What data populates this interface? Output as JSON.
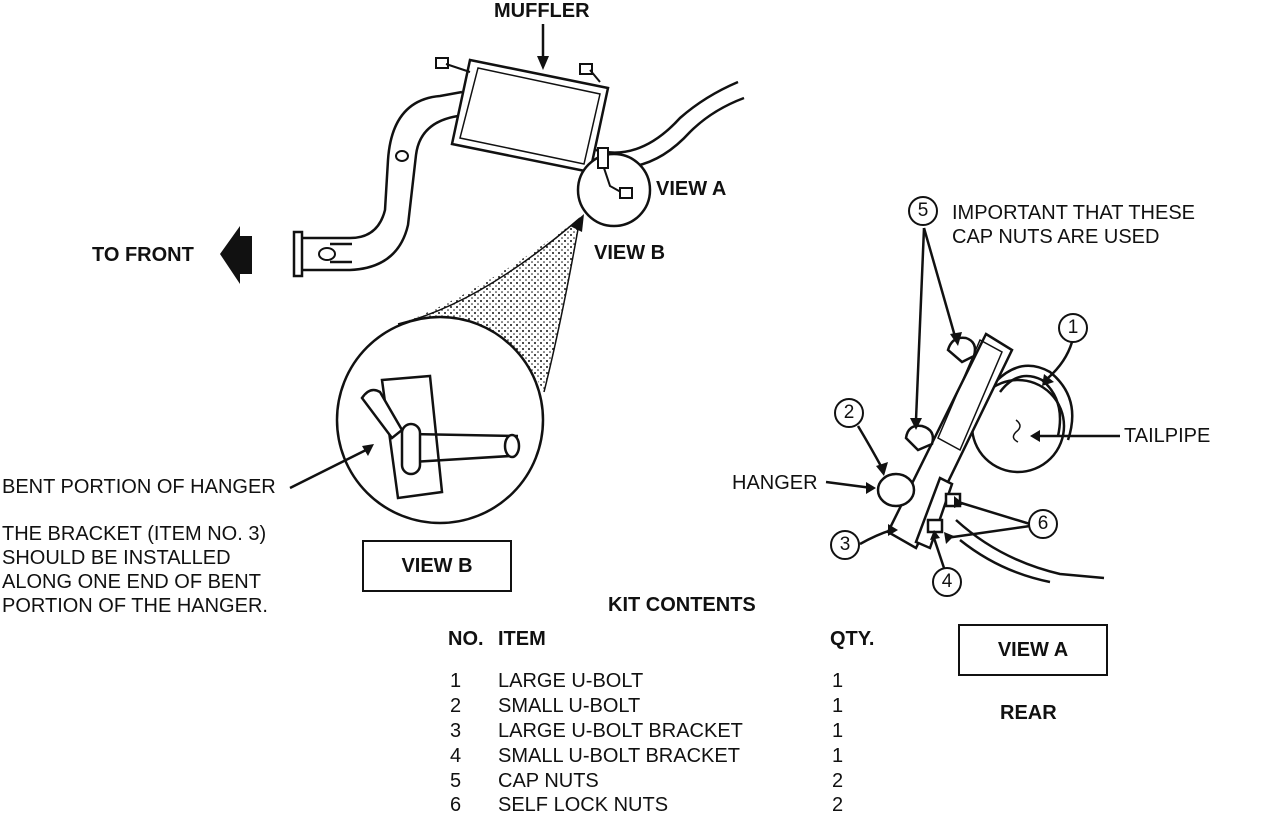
{
  "labels": {
    "muffler": "MUFFLER",
    "view_a_ref": "VIEW A",
    "view_b_ref": "VIEW B",
    "to_front": "TO FRONT",
    "bent_portion": "BENT PORTION OF HANGER",
    "important_note": [
      "IMPORTANT THAT THESE",
      "CAP NUTS ARE USED"
    ],
    "tailpipe": "TAILPIPE",
    "hanger": "HANGER",
    "rear": "REAR"
  },
  "bracket_note": [
    "THE BRACKET (ITEM NO. 3)",
    "SHOULD BE INSTALLED",
    "ALONG ONE END OF BENT",
    "PORTION OF THE HANGER."
  ],
  "view_boxes": {
    "view_b": "VIEW B",
    "view_a": "VIEW A"
  },
  "callouts": [
    "1",
    "2",
    "3",
    "4",
    "5",
    "6"
  ],
  "kit": {
    "title": "KIT CONTENTS",
    "headers": {
      "no": "NO.",
      "item": "ITEM",
      "qty": "QTY."
    },
    "rows": [
      {
        "no": "1",
        "item": "LARGE U-BOLT",
        "qty": "1"
      },
      {
        "no": "2",
        "item": "SMALL U-BOLT",
        "qty": "1"
      },
      {
        "no": "3",
        "item": "LARGE U-BOLT BRACKET",
        "qty": "1"
      },
      {
        "no": "4",
        "item": "SMALL U-BOLT BRACKET",
        "qty": "1"
      },
      {
        "no": "5",
        "item": "CAP NUTS",
        "qty": "2"
      },
      {
        "no": "6",
        "item": "SELF LOCK NUTS",
        "qty": "2"
      }
    ]
  },
  "colors": {
    "ink": "#111111",
    "paper": "#ffffff"
  }
}
